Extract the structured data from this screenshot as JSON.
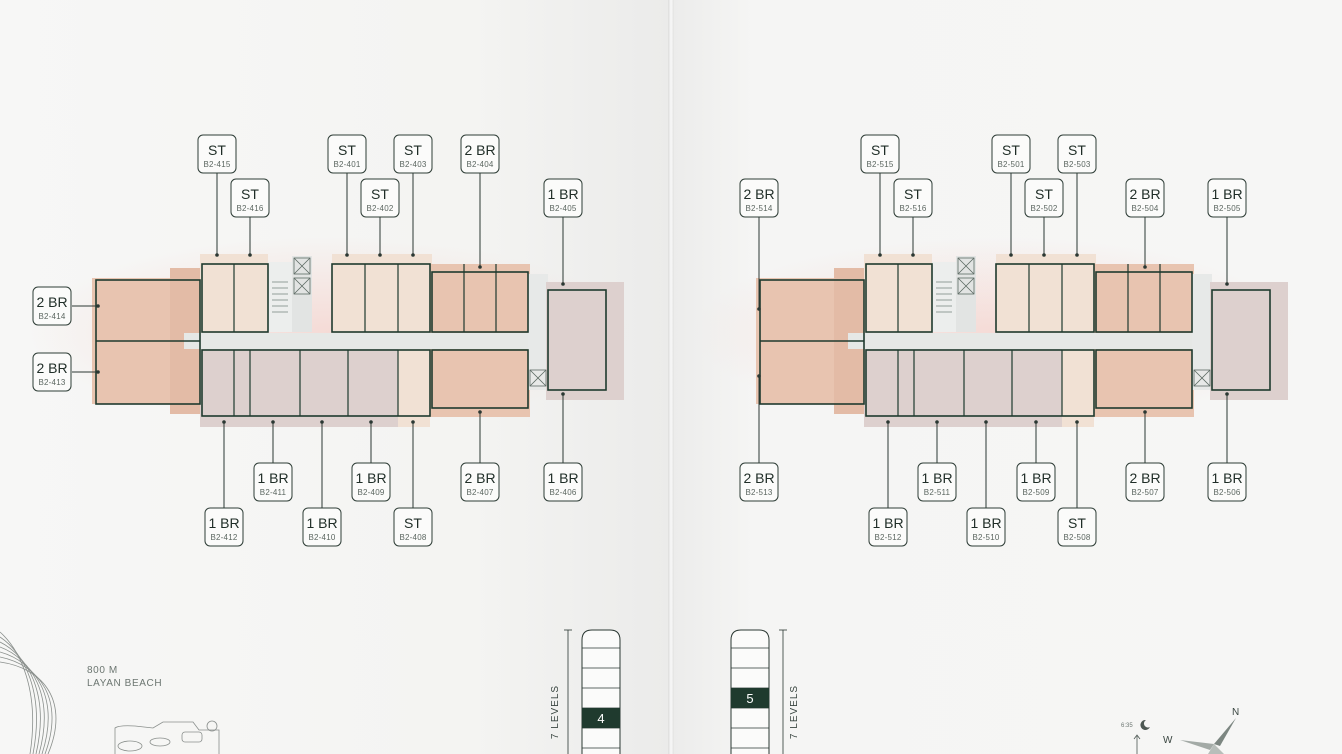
{
  "left_page": {
    "labels": [
      {
        "type": "ST",
        "unit": "B2-415"
      },
      {
        "type": "ST",
        "unit": "B2-416"
      },
      {
        "type": "ST",
        "unit": "B2-401"
      },
      {
        "type": "ST",
        "unit": "B2-402"
      },
      {
        "type": "ST",
        "unit": "B2-403"
      },
      {
        "type": "2 BR",
        "unit": "B2-404"
      },
      {
        "type": "1 BR",
        "unit": "B2-405"
      },
      {
        "type": "2 BR",
        "unit": "B2-414"
      },
      {
        "type": "2 BR",
        "unit": "B2-413"
      },
      {
        "type": "1 BR",
        "unit": "B2-412"
      },
      {
        "type": "1 BR",
        "unit": "B2-411"
      },
      {
        "type": "1 BR",
        "unit": "B2-410"
      },
      {
        "type": "1 BR",
        "unit": "B2-409"
      },
      {
        "type": "ST",
        "unit": "B2-408"
      },
      {
        "type": "2 BR",
        "unit": "B2-407"
      },
      {
        "type": "1 BR",
        "unit": "B2-406"
      }
    ],
    "level_indicator": {
      "current": "4",
      "label": "7 LEVELS"
    },
    "beach": {
      "line1": "800 M",
      "line2": "LAYAN BEACH"
    }
  },
  "right_page": {
    "labels": [
      {
        "type": "2 BR",
        "unit": "B2-514"
      },
      {
        "type": "ST",
        "unit": "B2-515"
      },
      {
        "type": "ST",
        "unit": "B2-516"
      },
      {
        "type": "ST",
        "unit": "B2-501"
      },
      {
        "type": "ST",
        "unit": "B2-502"
      },
      {
        "type": "ST",
        "unit": "B2-503"
      },
      {
        "type": "2 BR",
        "unit": "B2-504"
      },
      {
        "type": "1 BR",
        "unit": "B2-505"
      },
      {
        "type": "2 BR",
        "unit": "B2-513"
      },
      {
        "type": "1 BR",
        "unit": "B2-512"
      },
      {
        "type": "1 BR",
        "unit": "B2-511"
      },
      {
        "type": "1 BR",
        "unit": "B2-510"
      },
      {
        "type": "1 BR",
        "unit": "B2-509"
      },
      {
        "type": "ST",
        "unit": "B2-508"
      },
      {
        "type": "2 BR",
        "unit": "B2-507"
      },
      {
        "type": "1 BR",
        "unit": "B2-506"
      }
    ],
    "level_indicator": {
      "current": "5",
      "label": "7 LEVELS"
    },
    "compass": {
      "n": "N",
      "w": "W",
      "time": "6:35"
    }
  },
  "colors": {
    "two_br": "#e8c4b0",
    "one_br": "#ddd0ce",
    "studio": "#f1e1d4",
    "corridor": "#e6e8e6",
    "wall": "#1f3a2e",
    "label_border": "#2e3d36"
  }
}
